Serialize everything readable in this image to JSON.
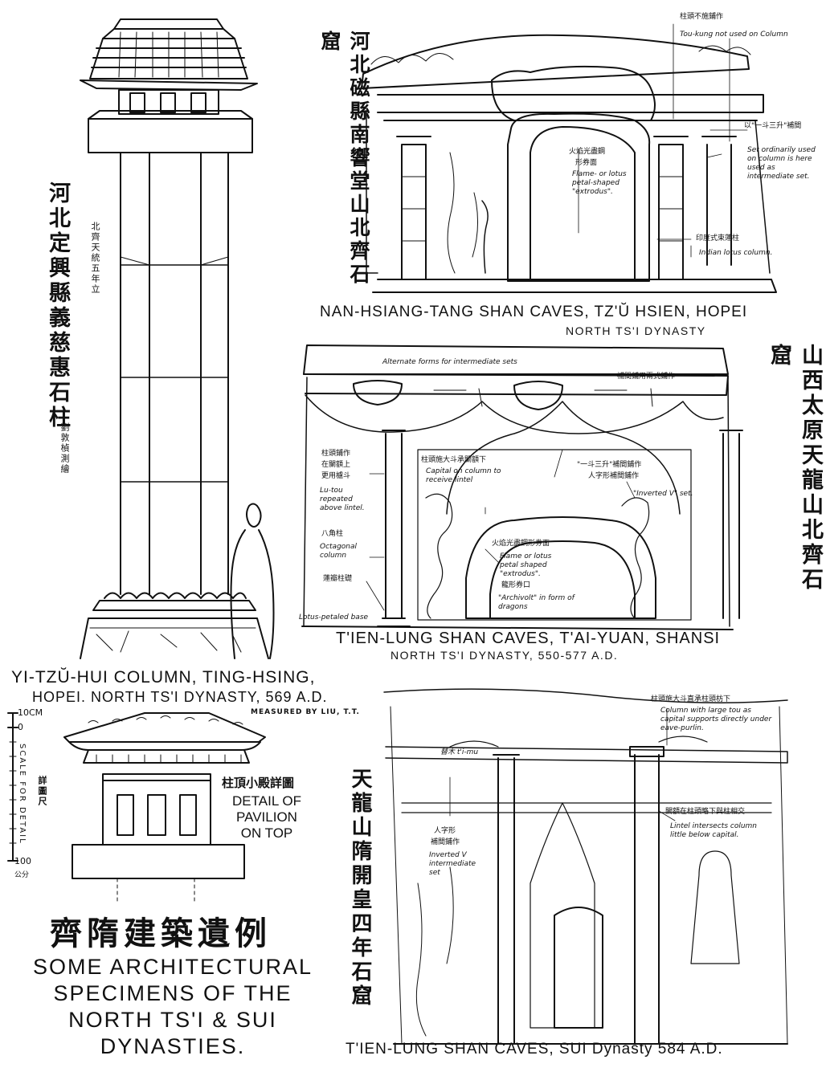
{
  "column_panel": {
    "cn_title": "河北定興縣義慈惠石柱",
    "cn_date": "北齊天統五年立",
    "cn_measured": "劉敦楨測繪",
    "caption_line1": "YI-TZŬ-HUI COLUMN, TING-HSING,",
    "caption_line2": "HOPEI.   NORTH TS'I DYNASTY, 569 A.D.",
    "measured": "MEASURED BY LIU, T.T."
  },
  "pavilion_panel": {
    "cn_label": "柱頂小殿詳圖",
    "label": "DETAIL OF PAVILION ON TOP",
    "cn_scale": "詳圖尺",
    "scale_label": "SCALE FOR DETAIL",
    "scale_top": "10CM",
    "scale_zero": "0",
    "scale_bottom": "100",
    "scale_bottom_cn": "公分"
  },
  "nan_hsiang_panel": {
    "cn_title": "河北磁縣南響堂山北齊石窟",
    "caption": "NAN-HSIANG-TANG SHAN CAVES, TZ'Ŭ HSIEN, HOPEI",
    "subcaption": "NORTH TS'I DYNASTY",
    "notes": {
      "toukung_cn": "柱頭不施鋪作",
      "toukung": "Tou-kung not used on Column",
      "set_cn": "以\"一斗三升\"補間",
      "set": "Set ordinarily used on column is here used as intermediate set.",
      "flame_cn": "火焰光盡鋼",
      "flame_cn2": "形券面",
      "flame": "Flame- or lotus petal-shaped \"extrodus\".",
      "lotus_col_cn": "印度式束蓮柱",
      "lotus_col": "Indian lotus column."
    }
  },
  "tien_lung_panel": {
    "cn_title": "山西太原天龍山北齊石窟",
    "caption": "T'IEN-LUNG SHAN CAVES, T'AI-YUAN, SHANSI",
    "subcaption": "NORTH TS'I DYNASTY, 550-577 A.D.",
    "notes": {
      "alternate": "Alternate forms for intermediate sets",
      "alternate_cn": "補間鋪用兩式鋪作",
      "lutou_cn1": "柱頭鋪作",
      "lutou_cn2": "在闌額上",
      "lutou_cn3": "更用櫨斗",
      "lutou": "Lu-tou repeated above lintel.",
      "octagonal_cn": "八角柱",
      "octagonal": "Octagonal column",
      "lotus_base_cn": "蓮瓣柱礎",
      "lotus_base": "Lotus-petaled base",
      "capital_cn": "柱頭施大斗承闌額下",
      "capital": "Capital on column to receive lintel",
      "inverted_cn1": "\"一斗三升\"補間鋪作",
      "inverted_cn2": "人字形補間鋪作",
      "inverted": "\"Inverted V\" set.",
      "flame_cn": "火焰光盡鋼形券面",
      "flame": "Flame or lotus petal shaped \"extrodus\".",
      "archivolt_cn": "龍形券口",
      "archivolt": "\"Archivolt\" in form of dragons"
    }
  },
  "sui_panel": {
    "cn_title": "天龍山隋開皇四年石窟",
    "caption": "T'IEN-LUNG SHAN CAVES, SUI Dynasty 584 A.D.",
    "notes": {
      "column_cn": "柱頭施大斗直承柱頭枋下",
      "column": "Column with large tou as capital supports directly under eave-purlin.",
      "tumu": "替木 t'i-mu",
      "inverted_cn1": "人字形",
      "inverted_cn2": "補間鋪作",
      "inverted": "Inverted V intermediate set",
      "lintel_cn": "闌額在柱頭略下與柱相交",
      "lintel": "Lintel intersects column little below capital."
    }
  },
  "plate_title": {
    "cn": "齊隋建築遺例",
    "en_line1": "SOME ARCHITECTURAL",
    "en_line2": "SPECIMENS OF THE",
    "en_line3": "NORTH TS'I & SUI",
    "en_line4": "DYNASTIES."
  }
}
